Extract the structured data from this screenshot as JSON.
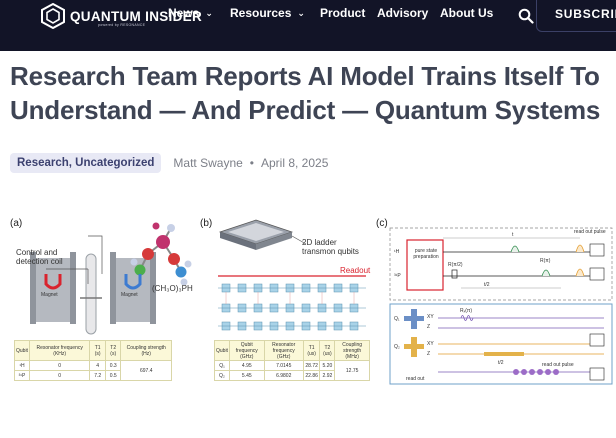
{
  "nav": {
    "logo_text": "QUANTUM INSIDER",
    "logo_sub": "powered by RESONANCE",
    "items": [
      {
        "label": "News"
      },
      {
        "label": "Resources"
      },
      {
        "label": "Product"
      },
      {
        "label": "Advisory"
      },
      {
        "label": "About Us"
      }
    ],
    "subscribe": "SUBSCRIBE"
  },
  "article": {
    "title": "Research Team Reports AI Model Trains Itself To Understand — And Predict — Quantum Systems",
    "categories": "Research, Uncategorized",
    "author": "Matt Swayne",
    "separator": "•",
    "date": "April 8, 2025"
  },
  "figure": {
    "panel_a": {
      "label": "(a)",
      "coil_label": "Control and detection coil",
      "magnet_label": "Magnet",
      "magnet_letter": "U",
      "molecule_label": "(CH₃O)₃PH",
      "table": {
        "headers": [
          "Qubit",
          "Resonator frequency (KHz)",
          "T1 (s)",
          "T2 (s)",
          "Coupling strength (Hz)"
        ],
        "rows": [
          [
            "¹H",
            "0",
            "4",
            "0.3"
          ],
          [
            "³¹P",
            "0",
            "7.2",
            "0.5"
          ]
        ],
        "coupling": "697.4"
      }
    },
    "panel_b": {
      "label": "(b)",
      "chip_label": "2D ladder transmon qubits",
      "readout": "Readout",
      "table": {
        "headers": [
          "Qubit",
          "Qubit frequency (GHz)",
          "Resonator frequency (GHz)",
          "T1 (us)",
          "T2 (us)",
          "Coupling strength (MHz)"
        ],
        "rows": [
          [
            "Q₁",
            "4.95",
            "7.0145",
            "28.72",
            "5.20"
          ],
          [
            "Q₂",
            "5.45",
            "6.9802",
            "22.86",
            "2.92"
          ]
        ],
        "coupling": "12.75"
      }
    },
    "panel_c": {
      "label": "(c)",
      "prep": "pure state preparation",
      "h_label": "¹H",
      "p_label": "³¹P",
      "r_half": "R(π/2)",
      "r_pi": "R(π)",
      "t_label": "t",
      "t_half": "t/2",
      "readout_pulse": "read out pulse",
      "q1": "Q₁",
      "q2": "Q₂",
      "xy": "XY",
      "z": "Z",
      "rx_pi": "Rₓ(π)",
      "read_out": "read out"
    }
  }
}
